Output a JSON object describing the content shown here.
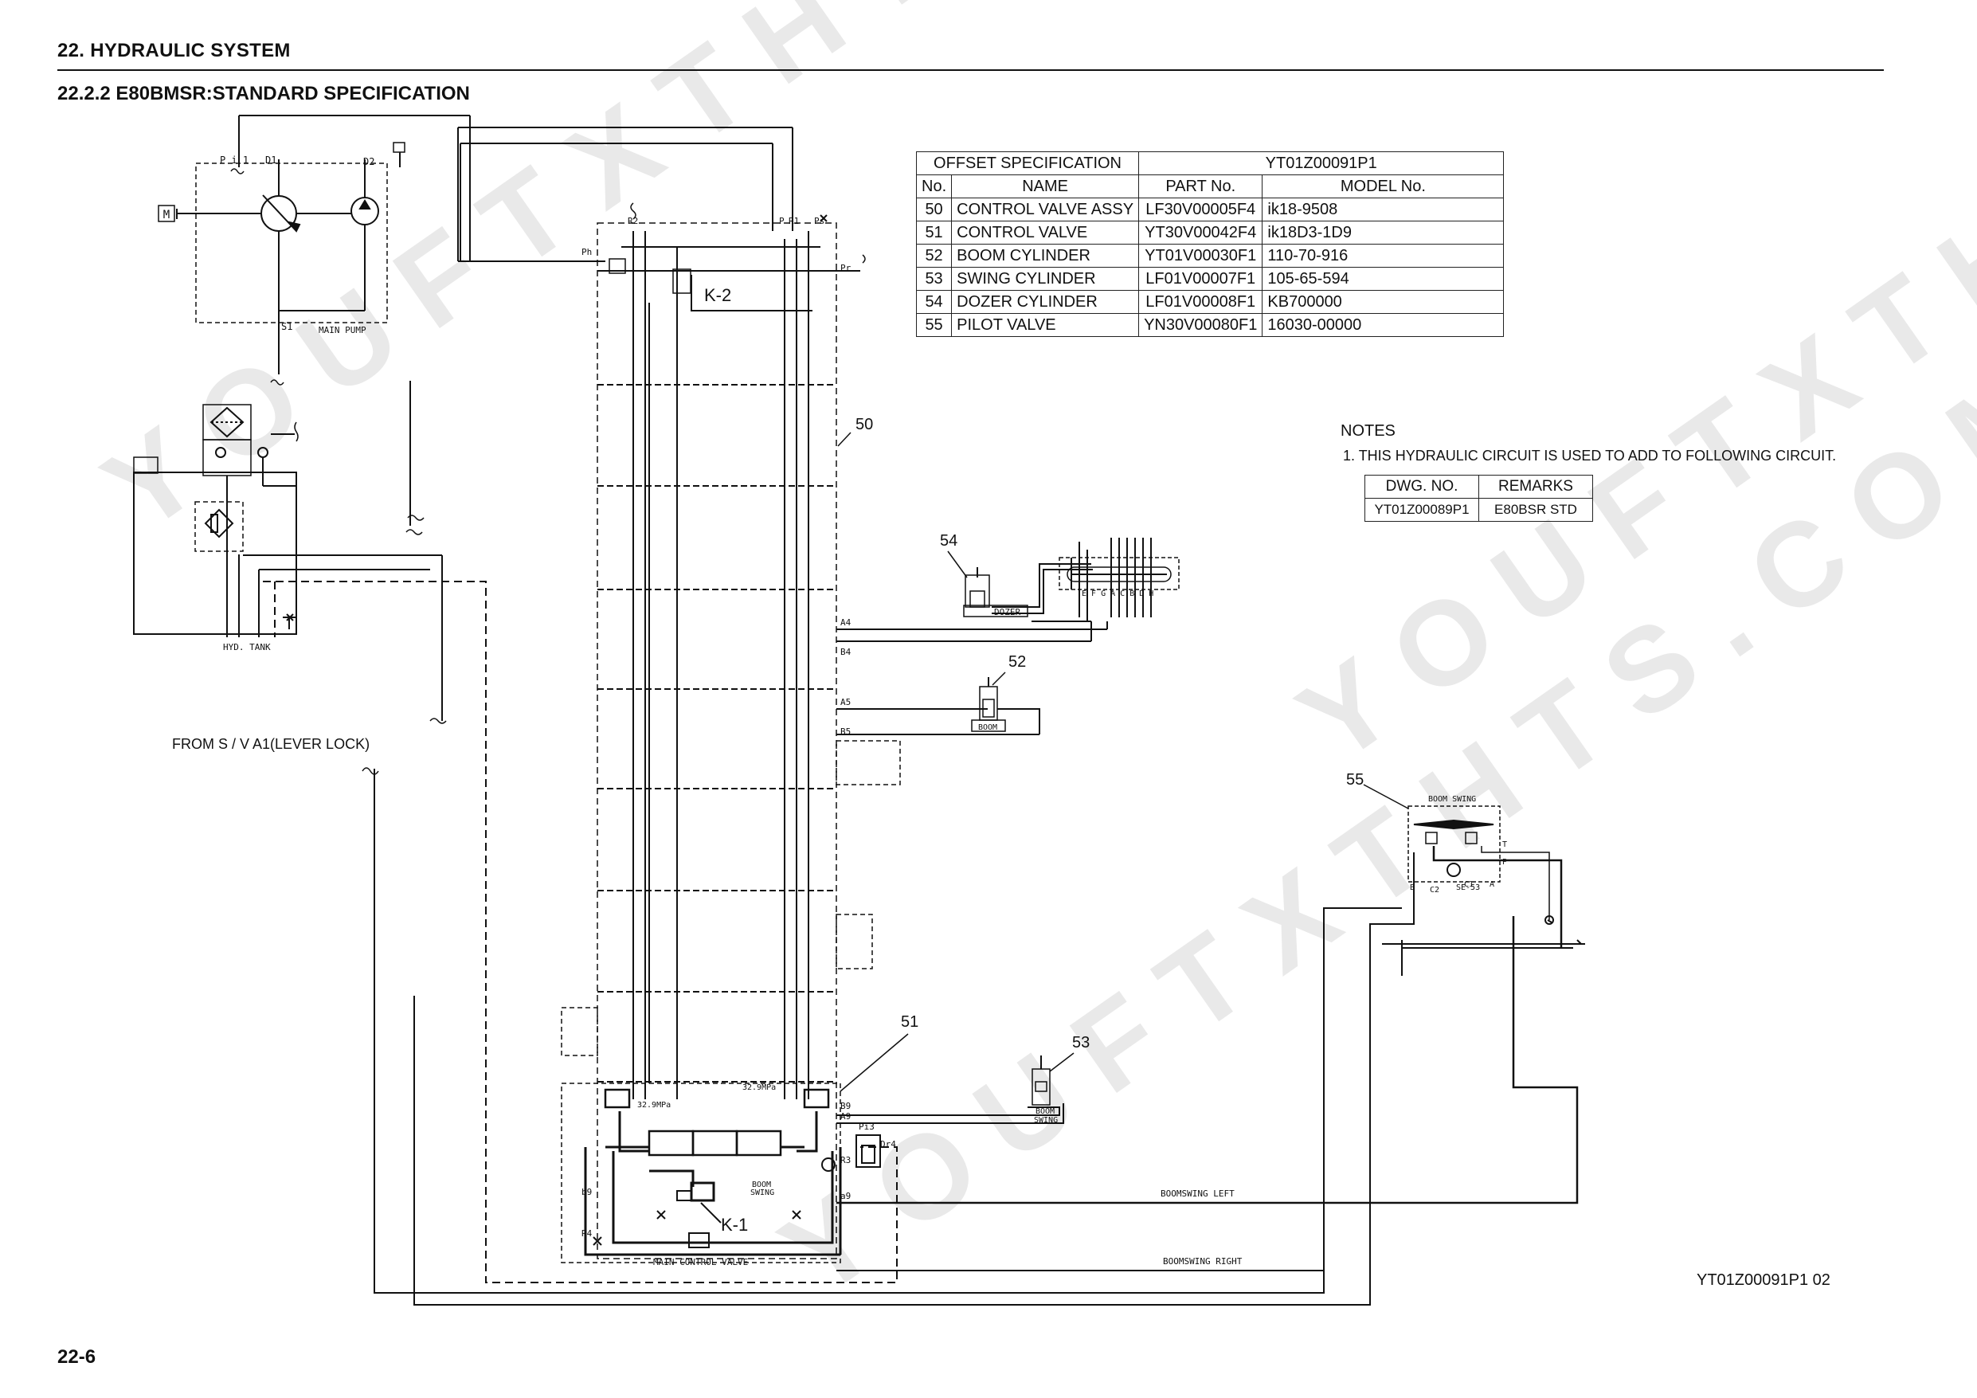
{
  "header": {
    "section": "22.  HYDRAULIC SYSTEM",
    "subsection": "22.2.2   E80BMSR:STANDARD SPECIFICATION"
  },
  "offset_table": {
    "spec_label": "OFFSET SPECIFICATION",
    "spec_value": "YT01Z00091P1",
    "columns": [
      "No.",
      "NAME",
      "PART No.",
      "MODEL No."
    ],
    "rows": [
      [
        "50",
        "CONTROL VALVE ASSY",
        "LF30V00005F4",
        "ik18-9508"
      ],
      [
        "51",
        "CONTROL VALVE",
        "YT30V00042F4",
        "ik18D3-1D9"
      ],
      [
        "52",
        "BOOM CYLINDER",
        "YT01V00030F1",
        "110-70-916"
      ],
      [
        "53",
        "SWING CYLINDER",
        "LF01V00007F1",
        "105-65-594"
      ],
      [
        "54",
        "DOZER CYLINDER",
        "LF01V00008F1",
        "KB700000"
      ],
      [
        "55",
        "PILOT VALVE",
        "YN30V00080F1",
        "16030-00000"
      ]
    ]
  },
  "notes": {
    "title": "NOTES",
    "item": "1. THIS HYDRAULIC CIRCUIT IS USED TO ADD TO FOLLOWING CIRCUIT.",
    "columns": [
      "DWG. NO.",
      "REMARKS"
    ],
    "row": [
      "YT01Z00089P1",
      "E80BSR STD"
    ]
  },
  "labels": {
    "from_sv": "FROM S / V  A1(LEVER LOCK)",
    "main_pump": "MAIN PUMP",
    "hyd_tank": "HYD. TANK",
    "main_control_valve": "MAIN CONTROL VALVE",
    "dozer": "DOZER",
    "boom": "BOOM",
    "boom_swing": "BOOM SWING",
    "boom_swing_pilot": "BOOM SWING",
    "boom_swing_cyl": "BOOM SWING",
    "boomswing_left": "BOOMSWING LEFT",
    "boomswing_right": "BOOMSWING RIGHT",
    "pressure_1": "32.9MPa",
    "pressure_2": "32.9MPa",
    "k1": "K-1",
    "k2": "K-2",
    "se53": "SE-53",
    "motor": "M"
  },
  "ports": {
    "pump": [
      "P i 1",
      "D1",
      "D2",
      "S1"
    ],
    "valve": [
      "R2",
      "P",
      "R1",
      "Ps",
      "Ph",
      "Pr",
      "A4",
      "B4",
      "A5",
      "B5",
      "B9",
      "A9",
      "R3",
      "Pi3",
      "Dr4",
      "b9",
      "a9",
      "R4"
    ],
    "dozer_valve": [
      "E",
      "F",
      "G",
      "A",
      "C",
      "B",
      "D",
      "H"
    ],
    "pilot_valve": [
      "T",
      "P",
      "B",
      "C2",
      "C1",
      "A"
    ]
  },
  "callouts": [
    "50",
    "51",
    "52",
    "53",
    "54",
    "55"
  ],
  "drawing_number": "YT01Z00091P1  02",
  "page_number": "22-6",
  "watermark": "YOUFTXTHTS.COM"
}
